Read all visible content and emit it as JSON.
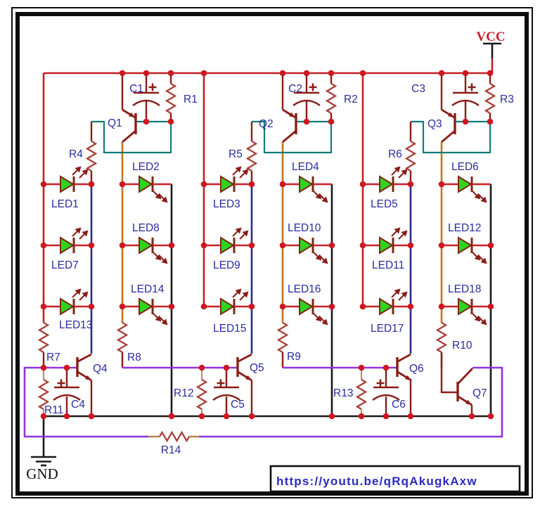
{
  "schematic": {
    "power": {
      "vcc": "VCC",
      "gnd": "GND"
    },
    "transistors": {
      "q1": "Q1",
      "q2": "Q2",
      "q3": "Q3",
      "q4": "Q4",
      "q5": "Q5",
      "q6": "Q6",
      "q7": "Q7"
    },
    "resistors": {
      "r1": "R1",
      "r2": "R2",
      "r3": "R3",
      "r4": "R4",
      "r5": "R5",
      "r6": "R6",
      "r7": "R7",
      "r8": "R8",
      "r9": "R9",
      "r10": "R10",
      "r11": "R11",
      "r12": "R12",
      "r13": "R13",
      "r14": "R14"
    },
    "capacitors": {
      "c1": "C1",
      "c2": "C2",
      "c3": "C3",
      "c4": "C4",
      "c5": "C5",
      "c6": "C6"
    },
    "leds": {
      "led1": "LED1",
      "led2": "LED2",
      "led3": "LED3",
      "led4": "LED4",
      "led5": "LED5",
      "led6": "LED6",
      "led7": "LED7",
      "led8": "LED8",
      "led9": "LED9",
      "led10": "LED10",
      "led11": "LED11",
      "led12": "LED12",
      "led13": "LED13",
      "led14": "LED14",
      "led15": "LED15",
      "led16": "LED16",
      "led17": "LED17",
      "led18": "LED18"
    },
    "video_link": "https://youtu.be/qRqAkugkAxw",
    "colors": {
      "power_wire": "#c42127",
      "ground_wire": "#1a1a1a",
      "base_wire_teal": "#0e7d78",
      "collector_wire_orange": "#c4761f",
      "cathode_wire_navy": "#2b2b8e",
      "feedback_wire_purple": "#9232dd",
      "component_dark_red": "#8a1d17",
      "resistor_body": "#a8413a",
      "led_green": "#2fd41f",
      "junction_dot": "#cd1721",
      "label_blue": "#2b2ba0",
      "link_blue": "#2a2abf"
    }
  }
}
